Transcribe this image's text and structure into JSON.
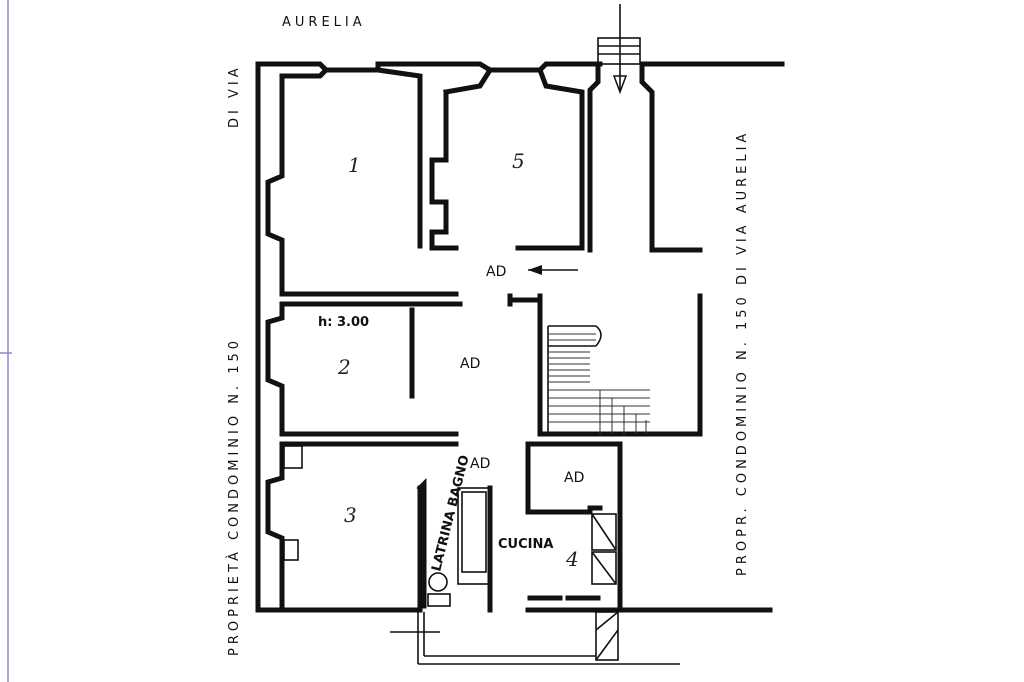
{
  "labels": {
    "street_top": "AURELIA",
    "street_prefix": "DI VIA",
    "left_side": "PROPRIETÀ CONDOMINIO N. 150",
    "right_side": "PROPR. CONDOMINIO N. 150 DI VIA AURELIA",
    "height": "h: 3.00",
    "corridor_label": "AD",
    "kitchen": "CUCINA",
    "bathroom": "LATRINA BAGNO"
  },
  "rooms": [
    "1",
    "2",
    "3",
    "4",
    "5"
  ],
  "icons": {
    "entry_arrow": "arrow-left-icon",
    "stair": "staircase-icon",
    "toilet": "toilet-icon",
    "chimney": "chimney-arrow-icon"
  }
}
